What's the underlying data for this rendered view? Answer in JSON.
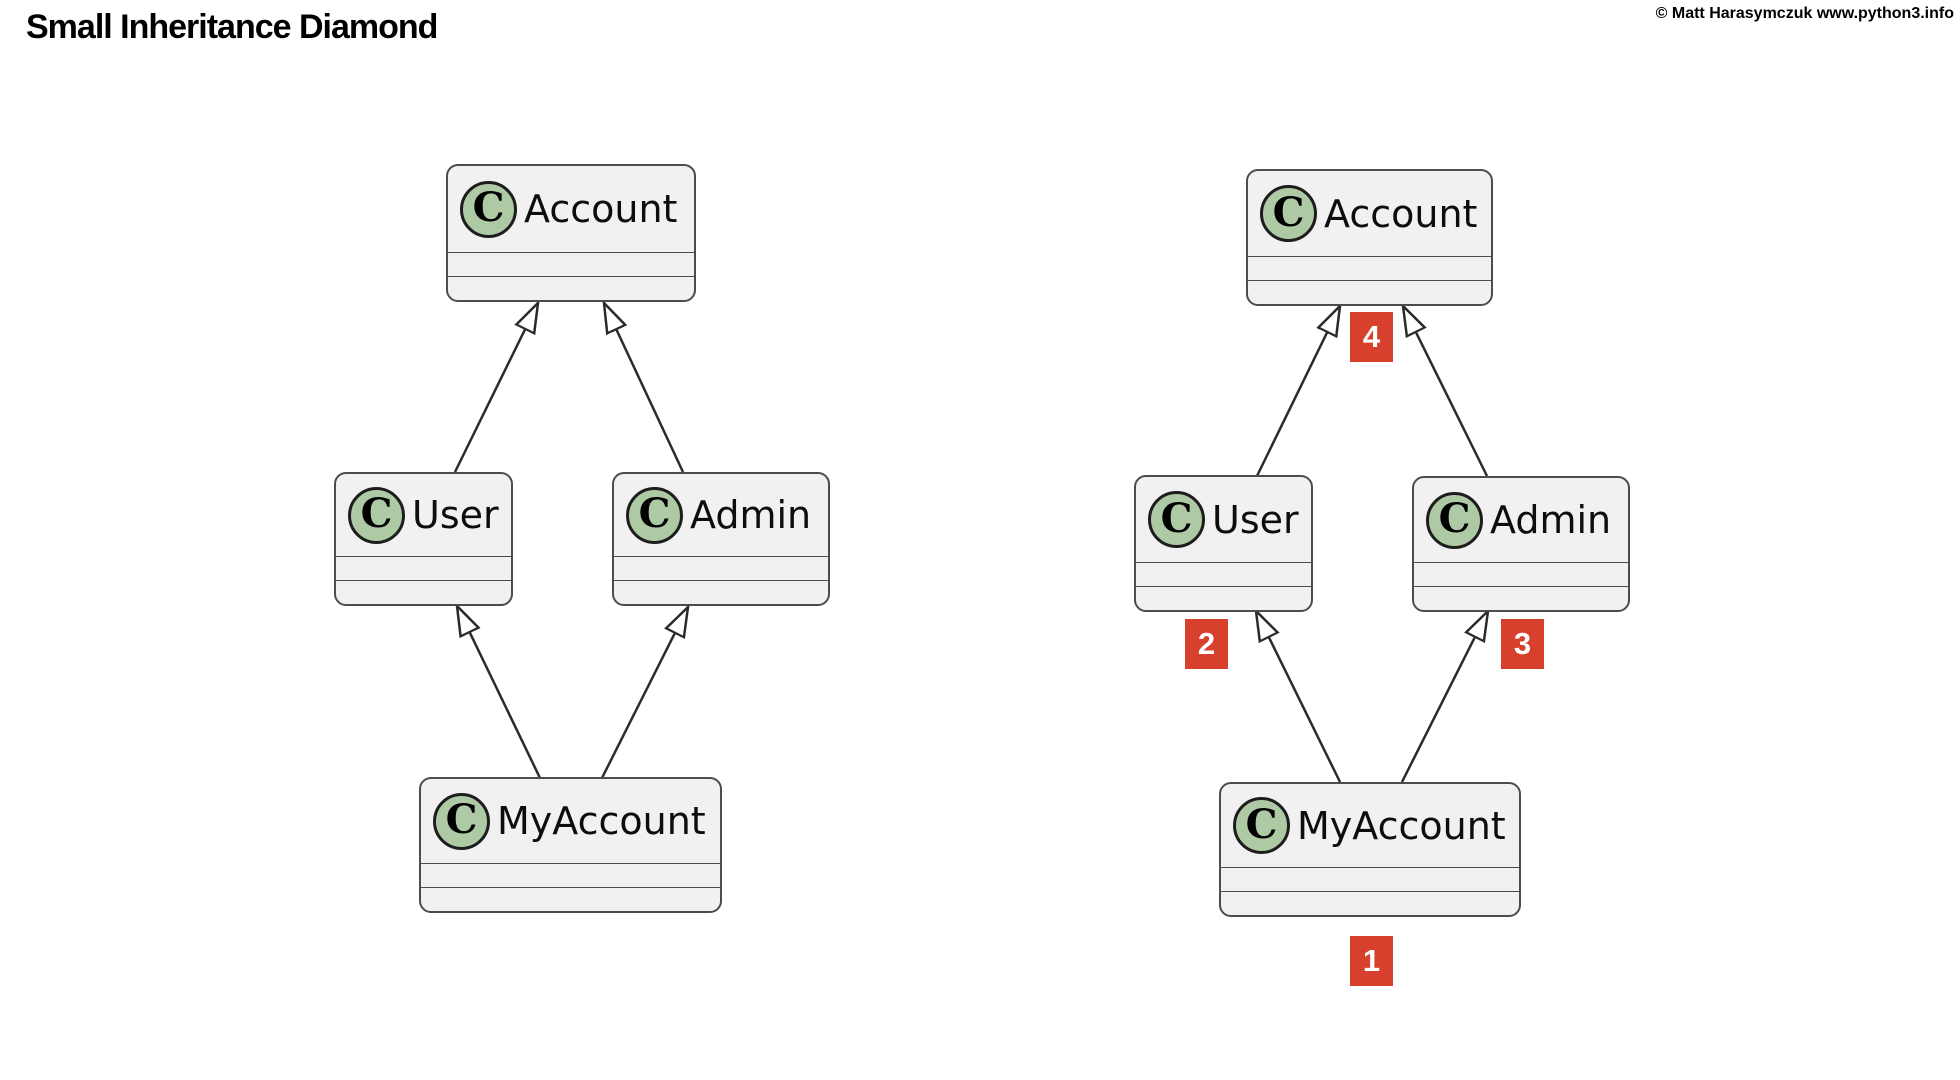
{
  "header": {
    "title": "Small Inheritance Diamond",
    "copyright": "© Matt Harasymczuk www.python3.info"
  },
  "class_icon": {
    "letter": "C",
    "fill": "#aecaa5"
  },
  "colors": {
    "box_fill": "#f1f1f1",
    "box_border": "#4c4c4c",
    "edge_line": "#2b2b2b",
    "badge_background": "#d6402d",
    "badge_text": "#ffffff"
  },
  "diagrams": [
    {
      "id": "diamond-plain",
      "nodes": [
        {
          "label": "Account"
        },
        {
          "label": "User"
        },
        {
          "label": "Admin"
        },
        {
          "label": "MyAccount"
        }
      ],
      "edges": [
        {
          "from": "User",
          "to": "Account",
          "type": "inheritance"
        },
        {
          "from": "Admin",
          "to": "Account",
          "type": "inheritance"
        },
        {
          "from": "MyAccount",
          "to": "User",
          "type": "inheritance"
        },
        {
          "from": "MyAccount",
          "to": "Admin",
          "type": "inheritance"
        }
      ]
    },
    {
      "id": "diamond-numbered",
      "nodes": [
        {
          "label": "Account"
        },
        {
          "label": "User"
        },
        {
          "label": "Admin"
        },
        {
          "label": "MyAccount"
        }
      ],
      "edges": [
        {
          "from": "User",
          "to": "Account",
          "type": "inheritance"
        },
        {
          "from": "Admin",
          "to": "Account",
          "type": "inheritance"
        },
        {
          "from": "MyAccount",
          "to": "User",
          "type": "inheritance"
        },
        {
          "from": "MyAccount",
          "to": "Admin",
          "type": "inheritance"
        }
      ],
      "badges": [
        {
          "label": "1",
          "attached_to": "MyAccount"
        },
        {
          "label": "2",
          "attached_to": "User"
        },
        {
          "label": "3",
          "attached_to": "Admin"
        },
        {
          "label": "4",
          "attached_to": "Account"
        }
      ]
    }
  ]
}
